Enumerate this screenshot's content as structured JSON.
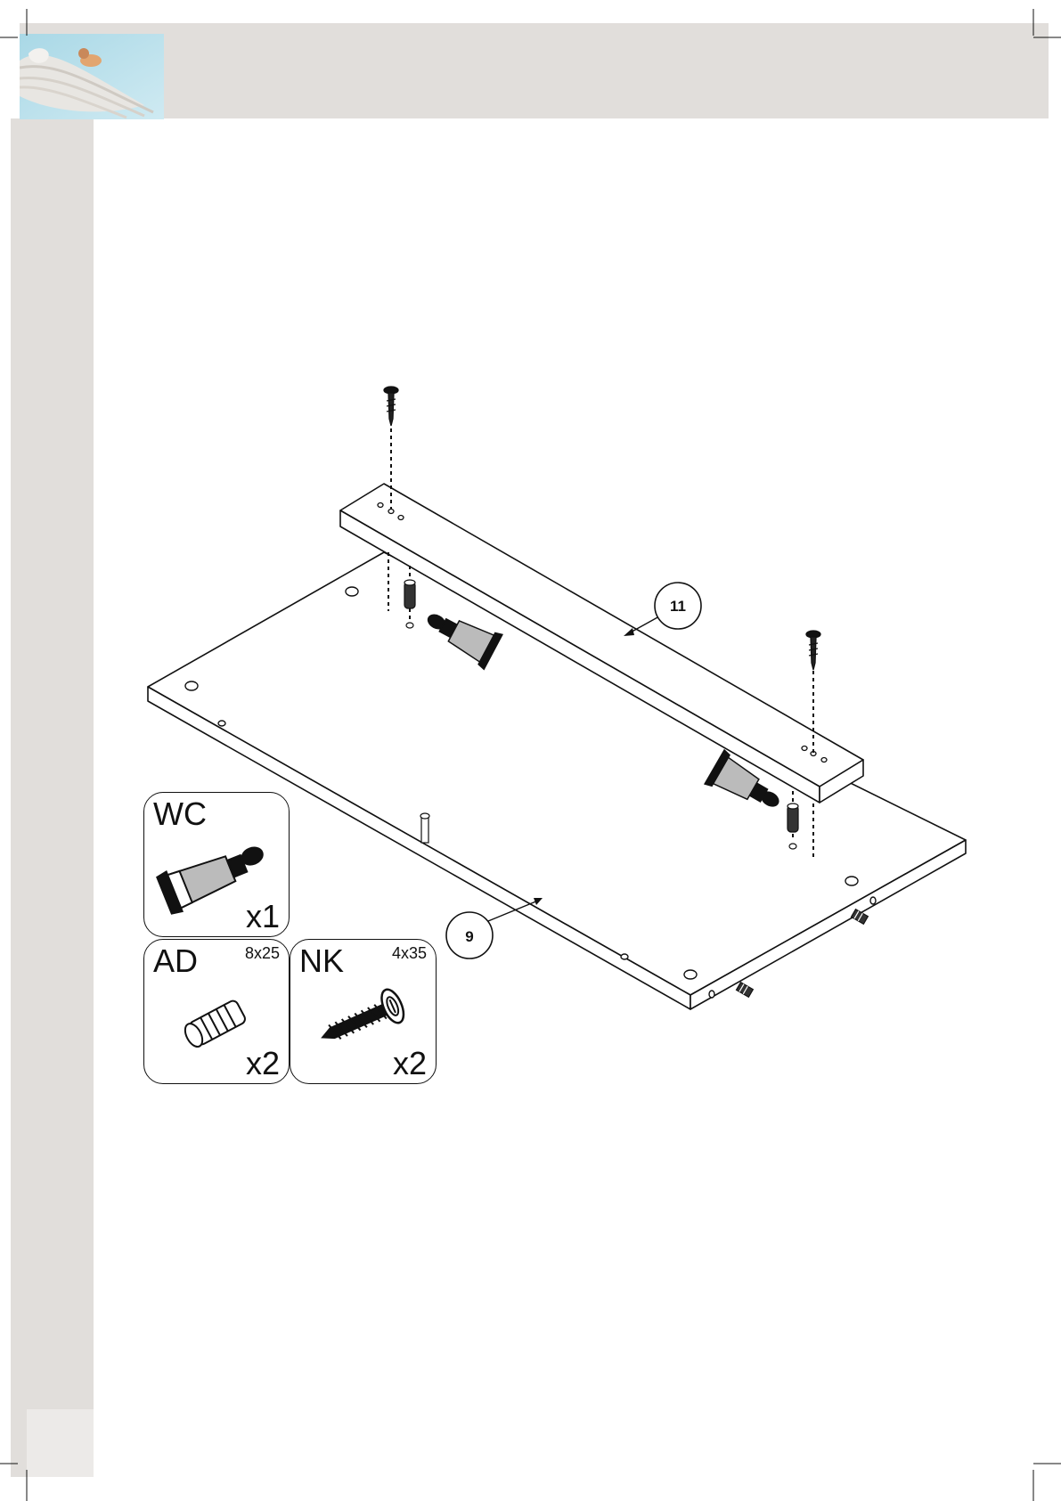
{
  "callouts": [
    {
      "id": "11"
    },
    {
      "id": "9"
    }
  ],
  "parts": [
    {
      "code": "WC",
      "size": "",
      "quantity": "x1",
      "icon": "glue-tube-icon"
    },
    {
      "code": "AD",
      "size": "8x25",
      "quantity": "x2",
      "icon": "dowel-icon"
    },
    {
      "code": "NK",
      "size": "4x35",
      "quantity": "x2",
      "icon": "screw-icon"
    }
  ]
}
